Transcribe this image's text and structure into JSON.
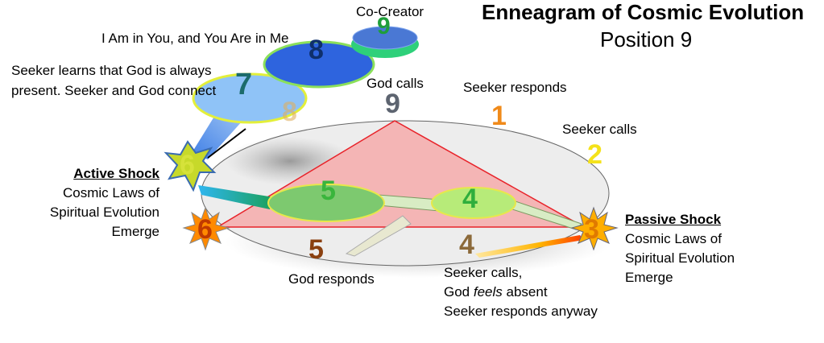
{
  "title": "Enneagram of Cosmic Evolution",
  "subtitle": "Position 9",
  "labels": {
    "co_creator": "Co-Creator",
    "i_am_in_you": "I Am in You, and You Are in Me",
    "seeker_learns_1": "Seeker learns that God is always",
    "seeker_learns_2": "present. Seeker and God connect",
    "god_calls": "God calls",
    "seeker_responds": "Seeker responds",
    "seeker_calls": "Seeker calls",
    "god_responds": "God responds",
    "point4_line1": "Seeker calls,",
    "point4_line2a": "God ",
    "point4_line2b": "feels",
    "point4_line2c": " absent",
    "point4_line3": "Seeker responds anyway"
  },
  "active_shock": {
    "heading": "Active Shock",
    "line1": "Cosmic Laws of",
    "line2": "Spiritual Evolution",
    "line3": "Emerge"
  },
  "passive_shock": {
    "heading": "Passive Shock",
    "line1": "Cosmic Laws of",
    "line2": "Spiritual Evolution",
    "line3": "Emerge"
  },
  "numbers": {
    "n9_top": "9",
    "n8_top": "8",
    "n7_top": "7",
    "n8_faded": "8",
    "n6_top": "6",
    "n9_base": "9",
    "n1": "1",
    "n2": "2",
    "n3": "3",
    "n4_disc": "4",
    "n5_disc": "5",
    "n4_base": "4",
    "n5_base": "5",
    "n6_base": "6"
  },
  "colors": {
    "triangle_fill": "#f4b5b5",
    "triangle_stroke": "#e8232a",
    "base_ellipse": "#ededed",
    "disc5": "#7dc96f",
    "disc4": "#b7eb79",
    "disc7": "#8fc3f7",
    "disc8": "#2e64de",
    "disc9": "#4a78d4"
  }
}
